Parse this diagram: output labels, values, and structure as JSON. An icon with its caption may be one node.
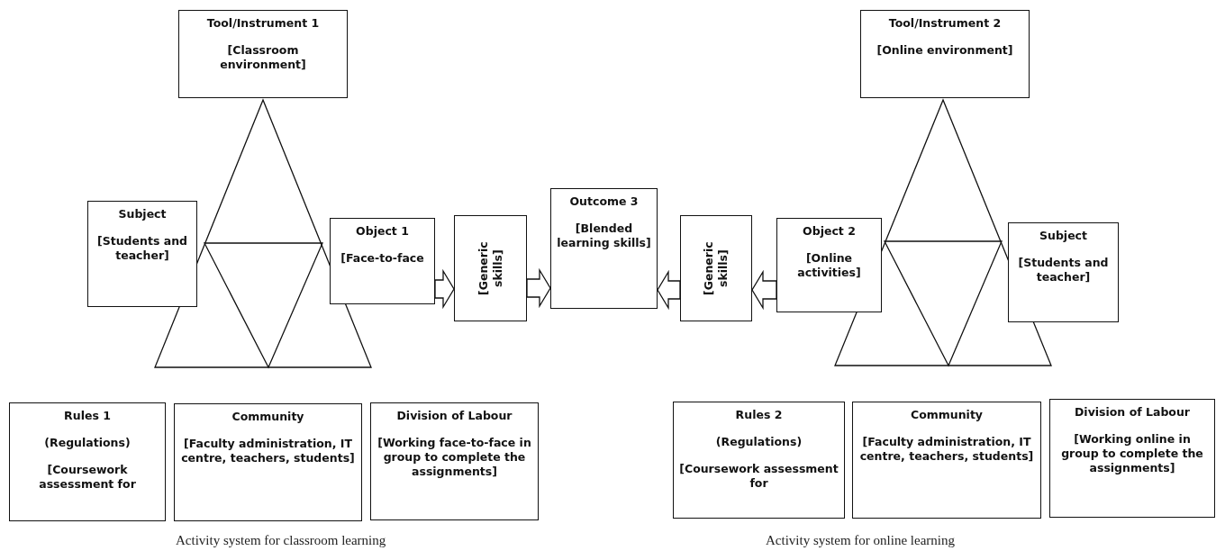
{
  "diagram": {
    "nodes": [
      {
        "text": [
          "Tool/Instrument 1",
          "[Classroom environment]"
        ]
      },
      {
        "text": [
          "Subject",
          "[Students and teacher]"
        ]
      },
      {
        "text": [
          "Object 1",
          "[Face-to-face"
        ]
      },
      {
        "text": [
          "[Generic skills]"
        ]
      },
      {
        "text": [
          "Outcome 3",
          "[Blended learning skills]"
        ]
      },
      {
        "text": [
          "[Generic skills]"
        ]
      },
      {
        "text": [
          "Object 2",
          "[Online activities]"
        ]
      },
      {
        "text": [
          "Tool/Instrument 2",
          "[Online environment]"
        ]
      },
      {
        "text": [
          "Subject",
          "[Students and teacher]"
        ]
      },
      {
        "text": [
          "Rules 1",
          "(Regulations)",
          "[Coursework assessment for"
        ]
      },
      {
        "text": [
          "Community",
          "[Faculty administration, IT centre, teachers, students]"
        ]
      },
      {
        "text": [
          "Division of Labour",
          "[Working face-to-face in group to complete the assignments]"
        ]
      },
      {
        "text": [
          "Rules 2",
          "(Regulations)",
          "[Coursework assessment for"
        ]
      },
      {
        "text": [
          "Community",
          "[Faculty administration, IT centre, teachers, students]"
        ]
      },
      {
        "text": [
          "Division of Labour",
          "[Working online in group to complete the assignments]"
        ]
      }
    ],
    "edges": [
      {
        "from": 2,
        "to": 3,
        "arrow": "to"
      },
      {
        "from": 3,
        "to": 4,
        "arrow": "to"
      },
      {
        "from": 6,
        "to": 5,
        "arrow": "to"
      },
      {
        "from": 5,
        "to": 4,
        "arrow": "to"
      }
    ],
    "labels": [
      "Activity system for classroom learning",
      "Activity system for online learning"
    ]
  }
}
